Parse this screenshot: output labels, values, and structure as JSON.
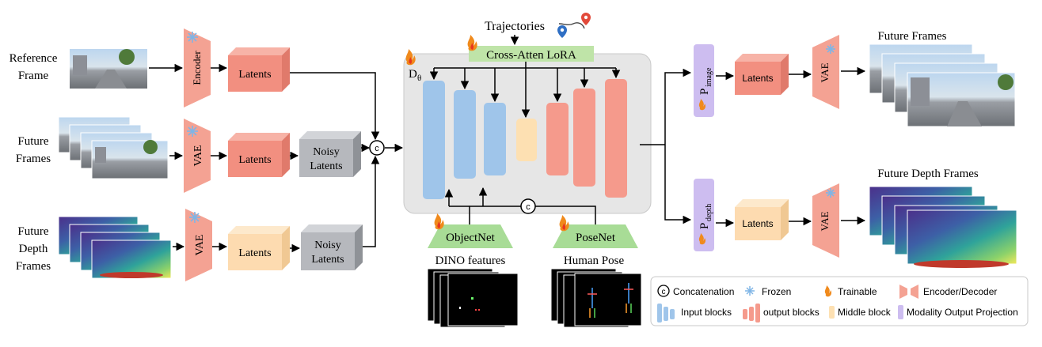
{
  "inputs": {
    "reference_frame": [
      "Reference",
      "Frame"
    ],
    "future_frames": [
      "Future",
      "Frames"
    ],
    "future_depth_frames": [
      "Future",
      "Depth",
      "Frames"
    ]
  },
  "encoders": {
    "encoder": "Encoder",
    "vae": "VAE"
  },
  "latents": {
    "latents": "Latents",
    "noisy_latents": [
      "Noisy",
      "Latents"
    ]
  },
  "concat_symbol": "c",
  "trajectories": "Trajectories",
  "cross_atten": "Cross-Atten LoRA",
  "denoiser": {
    "base": "D",
    "sub": "θ"
  },
  "object_net": "ObjectNet",
  "pose_net": "PoseNet",
  "dino_features": "DINO features",
  "human_pose": "Human Pose",
  "projection_image": {
    "base": "P",
    "sub": "image"
  },
  "projection_depth": {
    "base": "P",
    "sub": "depth"
  },
  "outputs": {
    "future_frames": "Future Frames",
    "future_depth_frames": "Future Depth Frames"
  },
  "legend": {
    "concatenation": "Concatenation",
    "frozen": "Frozen",
    "trainable": "Trainable",
    "encoder_decoder": "Encoder/Decoder",
    "input_blocks": "Input blocks",
    "output_blocks": "output blocks",
    "middle_block": "Middle block",
    "modality_projection": "Modality Output Projection"
  },
  "colors": {
    "encoder": "#f4a293",
    "latent": "#f28f80",
    "latent_depth": "#fddbb0",
    "noisy": "#b6b8bd",
    "input_block": "#9fc5ea",
    "output_block": "#f59a8c",
    "middle_block": "#fde0b2",
    "projection": "#cdbdf0",
    "lora": "#bfe4a8",
    "netbox": "#a8dc96",
    "panel": "#e6e6e6"
  }
}
